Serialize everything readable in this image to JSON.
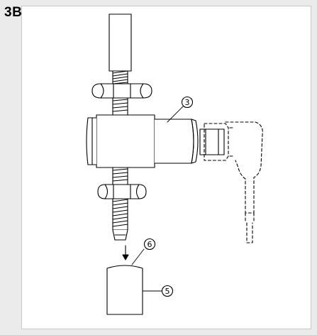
{
  "figure": {
    "label": "3B"
  },
  "callouts": [
    {
      "id": "3",
      "symbol": "3"
    },
    {
      "id": "6",
      "symbol": "6"
    },
    {
      "id": "5",
      "symbol": "5"
    }
  ],
  "colors": {
    "background": "#ebebeb",
    "panel": "#ffffff",
    "stroke": "#000000"
  }
}
